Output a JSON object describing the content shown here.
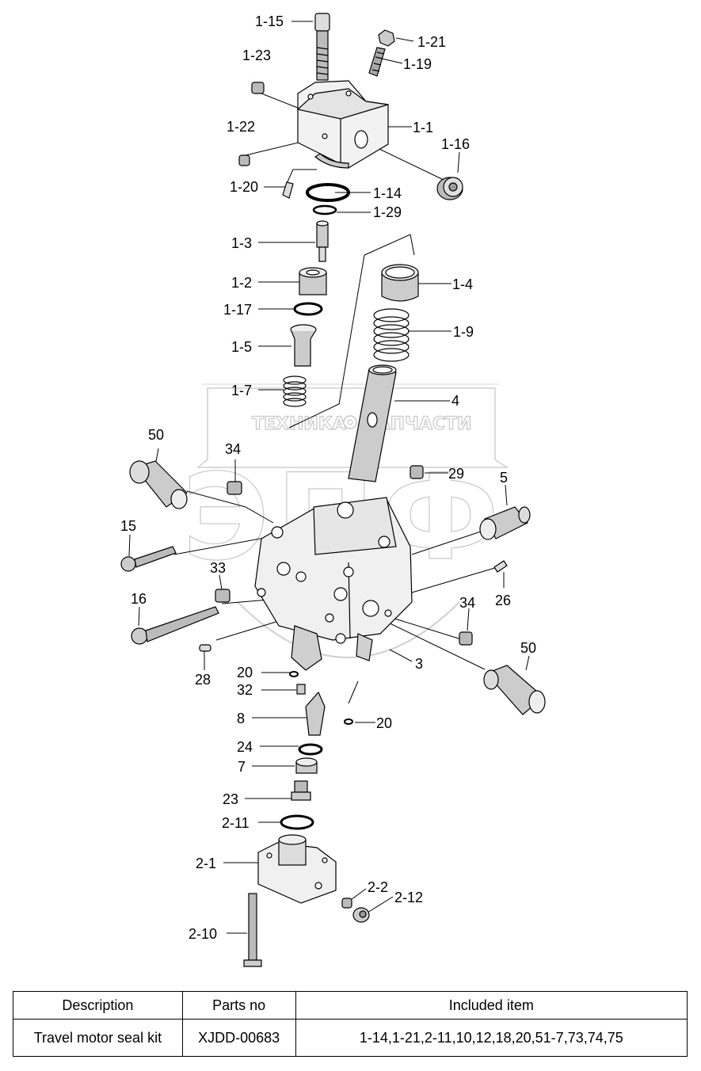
{
  "watermark": {
    "line1_left": "ТЕХНИКА",
    "line1_right": "ЗАПЧАСТИ",
    "logo": "ЭПФ"
  },
  "labels": {
    "p1_15": "1-15",
    "p1_21": "1-21",
    "p1_19": "1-19",
    "p1_23": "1-23",
    "p1_1": "1-1",
    "p1_22": "1-22",
    "p1_16": "1-16",
    "p1_20": "1-20",
    "p1_14": "1-14",
    "p1_29": "1-29",
    "p1_3": "1-3",
    "p1_4": "1-4",
    "p1_2": "1-2",
    "p1_17": "1-17",
    "p1_9": "1-9",
    "p1_5": "1-5",
    "p1_7": "1-7",
    "p4": "4",
    "p50a": "50",
    "p34a": "34",
    "p29": "29",
    "p5": "5",
    "p15": "15",
    "p33": "33",
    "p16": "16",
    "p26": "26",
    "p34b": "34",
    "p50b": "50",
    "p3": "3",
    "p28": "28",
    "p20a": "20",
    "p32": "32",
    "p8": "8",
    "p20b": "20",
    "p24": "24",
    "p7": "7",
    "p23": "23",
    "p2_11": "2-11",
    "p2_1": "2-1",
    "p2_2": "2-2",
    "p2_12": "2-12",
    "p2_10": "2-10"
  },
  "table": {
    "headers": [
      "Description",
      "Parts no",
      "Included item"
    ],
    "rows": [
      [
        "Travel motor seal kit",
        "XJDD-00683",
        "1-14,1-21,2-11,10,12,18,20,51-7,73,74,75"
      ]
    ]
  }
}
